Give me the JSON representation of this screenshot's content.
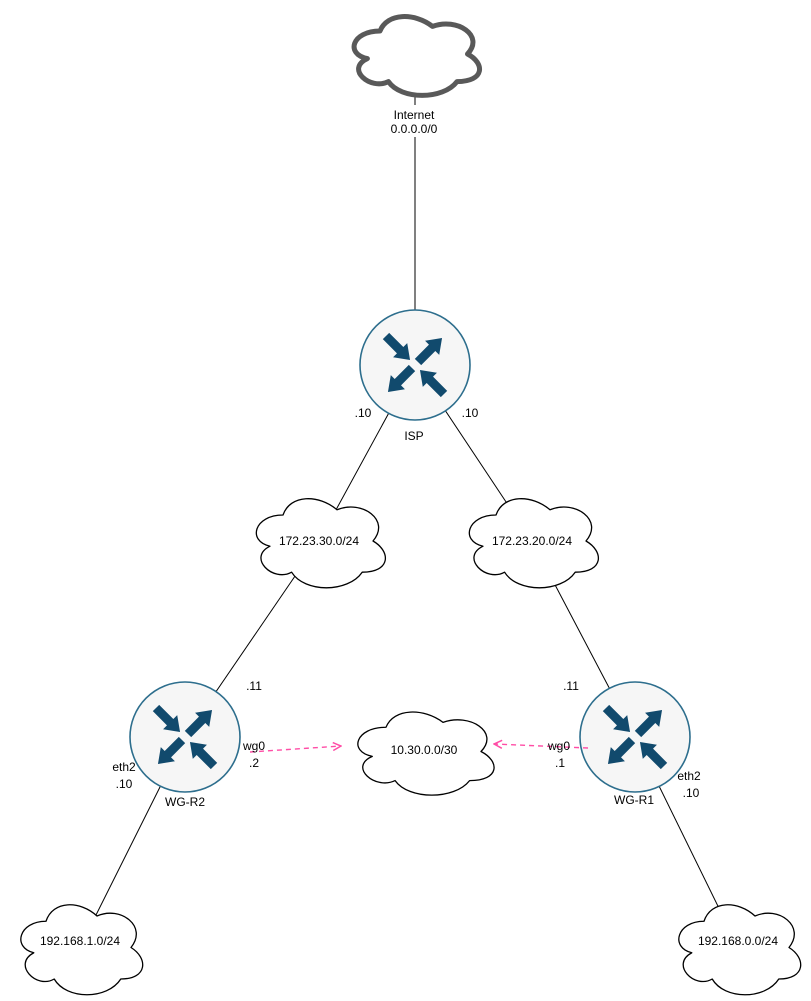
{
  "internet": {
    "name": "Internet",
    "cidr": "0.0.0.0/0"
  },
  "isp": {
    "label": "ISP",
    "port_to_net30": ".10",
    "port_to_net20": ".10"
  },
  "networks": {
    "net30": "172.23.30.0/24",
    "net20": "172.23.20.0/24",
    "tunnel": "10.30.0.0/30",
    "lan1": "192.168.1.0/24",
    "lan0": "192.168.0.0/24"
  },
  "wgr2": {
    "label": "WG-R2",
    "port_wan": ".11",
    "wg_if": "wg0",
    "wg_ip": ".2",
    "lan_if": "eth2",
    "lan_ip": ".10"
  },
  "wgr1": {
    "label": "WG-R1",
    "port_wan": ".11",
    "wg_if": "wg0",
    "wg_ip": ".1",
    "lan_if": "eth2",
    "lan_ip": ".10"
  },
  "icons": {
    "internet": "cloud-icon",
    "network": "cloud-icon",
    "router": "router-crossed-arrows-icon"
  },
  "colors": {
    "background": "#ffffff",
    "internet_cloud_stroke": "#595959",
    "cloud_stroke": "#000000",
    "link_stroke": "#000000",
    "router_circle_fill": "#f6f6f6",
    "router_circle_stroke": "#2d6e8d",
    "router_arrow_fill": "#114a6d",
    "tunnel_link": "#ff4da6",
    "label_color": "#000000"
  }
}
